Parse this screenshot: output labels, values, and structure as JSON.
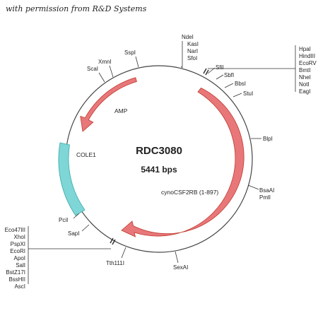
{
  "watermark": "with permission from R&D Systems",
  "plasmid": {
    "name": "RDC3080",
    "size": "5441 bps"
  },
  "features": {
    "amp": "AMP",
    "cole1": "COLE1",
    "insert": "cynoCSF2RB (1-897)"
  },
  "sites": {
    "ndei": "NdeI",
    "kasi": "KasI",
    "nari": "NarI",
    "sfoi": "SfoI",
    "sfii": "SfiI",
    "sbfi": "SbfI",
    "bbsi": "BbsI",
    "stui": "StuI",
    "blpi": "BlpI",
    "bsaai": "BsaAI",
    "pmli": "PmlI",
    "sexai": "SexAI",
    "tth111i": "Tth111I",
    "sapi": "SapI",
    "pcii": "PciI",
    "scai": "ScaI",
    "xmni": "XmnI",
    "sspi": "SspI"
  },
  "mcs_right": [
    "HpaI",
    "HindIII",
    "EcoRV",
    "BmtI",
    "NheI",
    "NotI",
    "EagI"
  ],
  "mcs_left": [
    "Eco47III",
    "XhoI",
    "PspXI",
    "EcoRI",
    "ApoI",
    "SalI",
    "BstZ17I",
    "BssHII",
    "AscI"
  ],
  "colors": {
    "backbone": "#444444",
    "arrow_fill": "#e8777a",
    "arrow_stroke": "#c0392b",
    "cole1_fill": "#7ed6d6",
    "cole1_stroke": "#3aa9a9"
  }
}
